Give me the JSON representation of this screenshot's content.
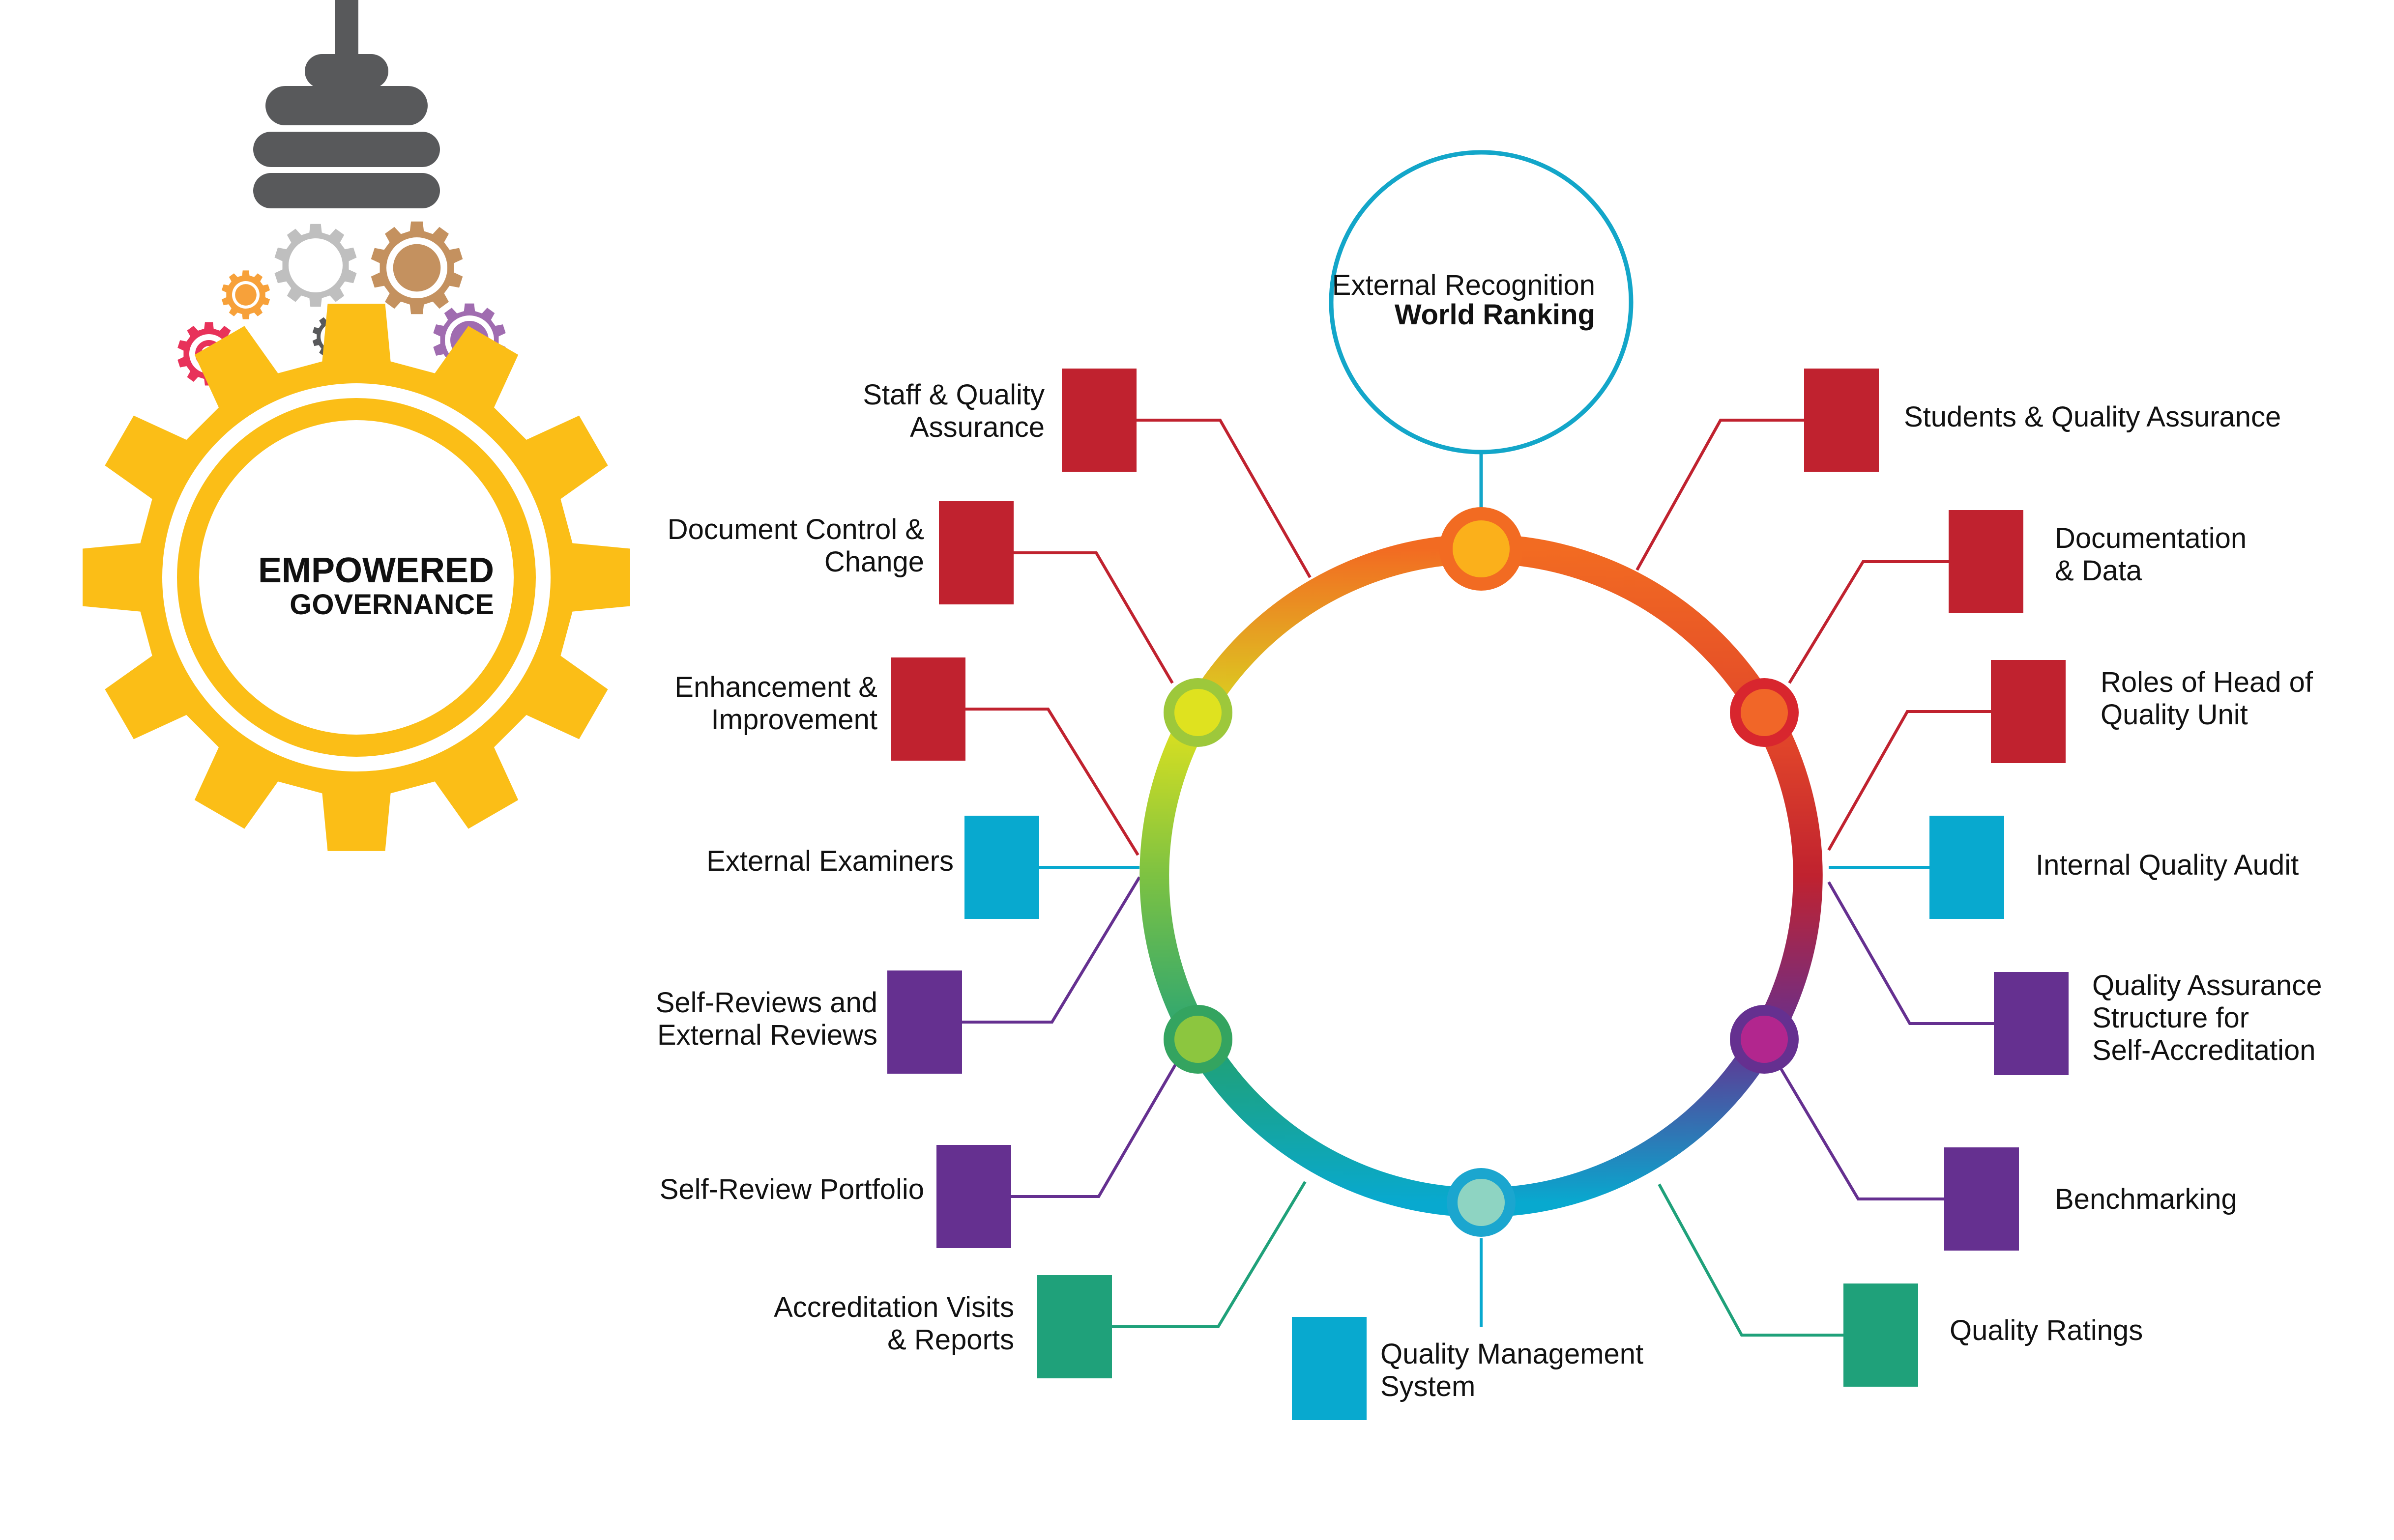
{
  "logo": {
    "line1": "EMPOWERED",
    "line2": "GOVERNANCE"
  },
  "hub": {
    "line1": "External Recognition",
    "line2": "World Ranking"
  },
  "colors": {
    "red": "#c0222f",
    "cyan": "#08a9cf",
    "purple": "#653090",
    "green": "#1fa17a",
    "gear_yellow": "#fbbe17",
    "bulb_gray": "#58595b",
    "hub_border": "#13a6c9"
  },
  "items": [
    {
      "id": "staff-quality-assurance",
      "lines": [
        "Staff & Quality",
        "Assurance"
      ],
      "color": "red"
    },
    {
      "id": "document-control-change",
      "lines": [
        "Document Control &",
        "Change"
      ],
      "color": "red"
    },
    {
      "id": "enhancement-improvement",
      "lines": [
        "Enhancement &",
        "Improvement"
      ],
      "color": "red"
    },
    {
      "id": "external-examiners",
      "lines": [
        "External Examiners"
      ],
      "color": "cyan"
    },
    {
      "id": "self-reviews-external-reviews",
      "lines": [
        "Self-Reviews and",
        "External Reviews"
      ],
      "color": "purple"
    },
    {
      "id": "self-review-portfolio",
      "lines": [
        "Self-Review Portfolio"
      ],
      "color": "purple"
    },
    {
      "id": "accreditation-visits-reports",
      "lines": [
        "Accreditation Visits",
        "& Reports"
      ],
      "color": "green"
    },
    {
      "id": "quality-management-system",
      "lines": [
        "Quality Management",
        "System"
      ],
      "color": "cyan"
    },
    {
      "id": "students-quality-assurance",
      "lines": [
        "Students & Quality Assurance"
      ],
      "color": "red"
    },
    {
      "id": "documentation-data",
      "lines": [
        "Documentation",
        "& Data"
      ],
      "color": "red"
    },
    {
      "id": "roles-head-quality-unit",
      "lines": [
        "Roles of Head of",
        "Quality Unit"
      ],
      "color": "red"
    },
    {
      "id": "internal-quality-audit",
      "lines": [
        "Internal Quality Audit"
      ],
      "color": "cyan"
    },
    {
      "id": "qa-structure-self-accreditation",
      "lines": [
        "Quality Assurance",
        "Structure for",
        "Self-Accreditation"
      ],
      "color": "purple"
    },
    {
      "id": "benchmarking",
      "lines": [
        "Benchmarking"
      ],
      "color": "purple"
    },
    {
      "id": "quality-ratings",
      "lines": [
        "Quality Ratings"
      ],
      "color": "green"
    }
  ]
}
